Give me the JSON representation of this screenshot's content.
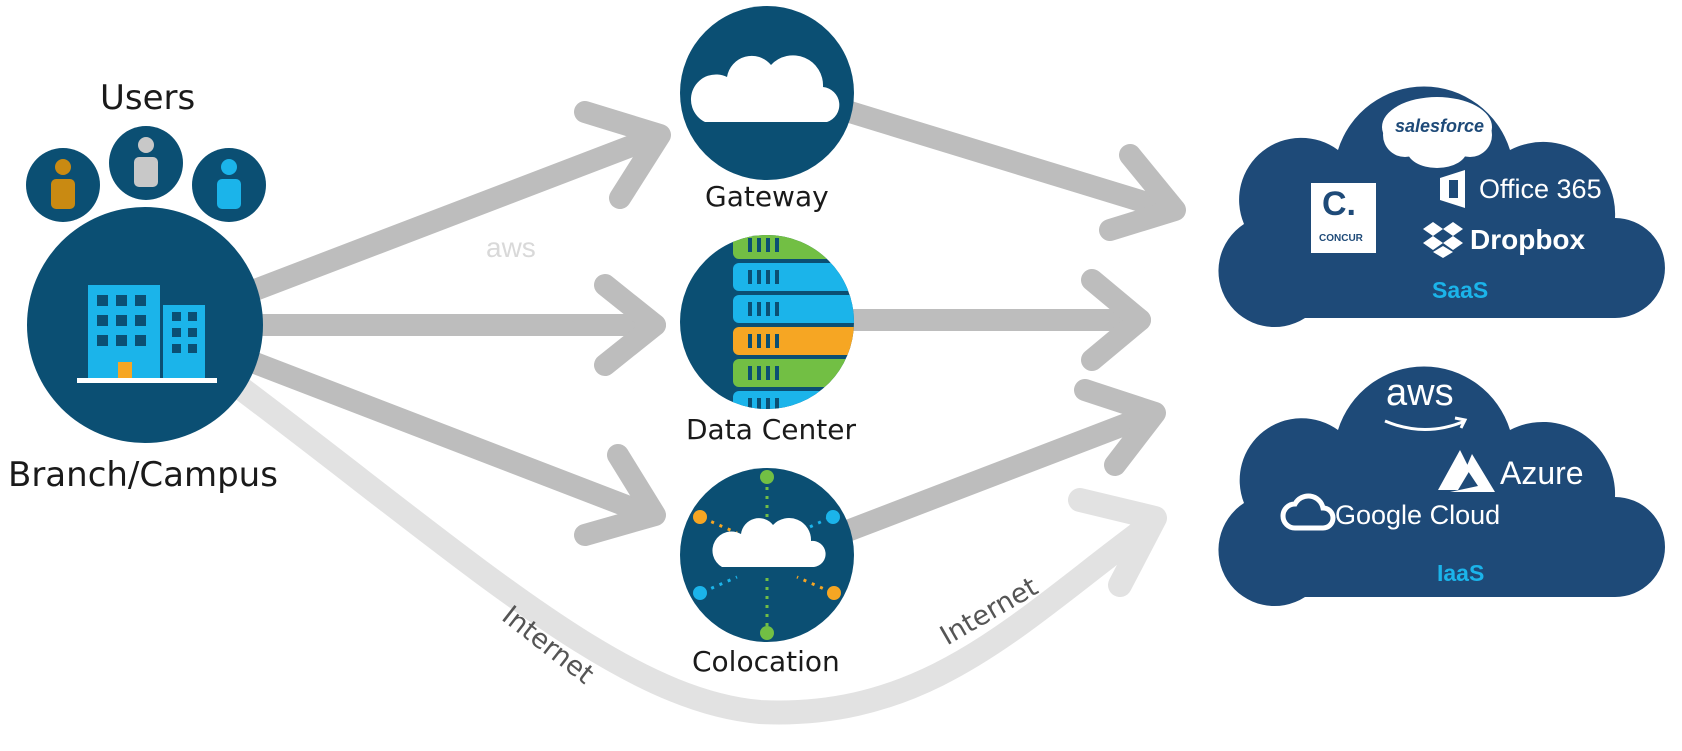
{
  "source": {
    "users_label": "Users",
    "branch_label": "Branch/Campus"
  },
  "nodes": {
    "gateway": "Gateway",
    "data_center": "Data Center",
    "colocation": "Colocation"
  },
  "paths": {
    "internet_left": "Internet",
    "internet_right": "Internet",
    "faint_logo": "aws"
  },
  "saas": {
    "tag": "SaaS",
    "salesforce": "salesforce",
    "office": "Office 365",
    "concur_letter": "C.",
    "concur": "CONCUR",
    "dropbox": "Dropbox"
  },
  "iaas": {
    "tag": "IaaS",
    "aws": "aws",
    "azure": "Azure",
    "google": "Google Cloud"
  },
  "colors": {
    "navy": "#1e4a78",
    "teal_navy": "#0b4f73",
    "arrow": "#bdbdbd",
    "arrow_light": "#e2e2e2",
    "cyan": "#1bb4ea",
    "green": "#72bf44",
    "orange": "#f6a623",
    "user_orange": "#c98a12",
    "user_gray": "#c8c8c8"
  }
}
